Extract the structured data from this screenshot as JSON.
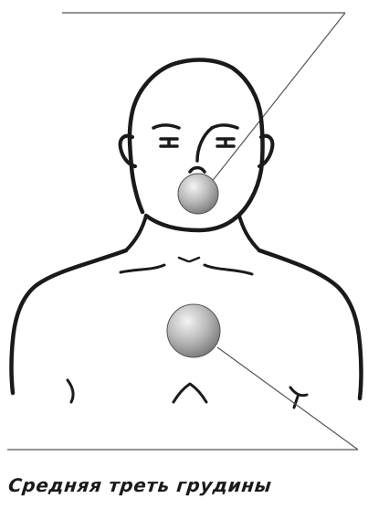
{
  "caption": "Средняя треть грудины",
  "colors": {
    "ink": "#1a1a1a",
    "leader_line": "#555555",
    "marker_light": "#f4f4f4",
    "marker_mid": "#b9b9b9",
    "marker_dark": "#7d7d7d"
  },
  "markers": [
    {
      "name": "chin-marker",
      "location": "подбородок"
    },
    {
      "name": "sternum-marker",
      "location": "средняя треть грудины"
    }
  ]
}
